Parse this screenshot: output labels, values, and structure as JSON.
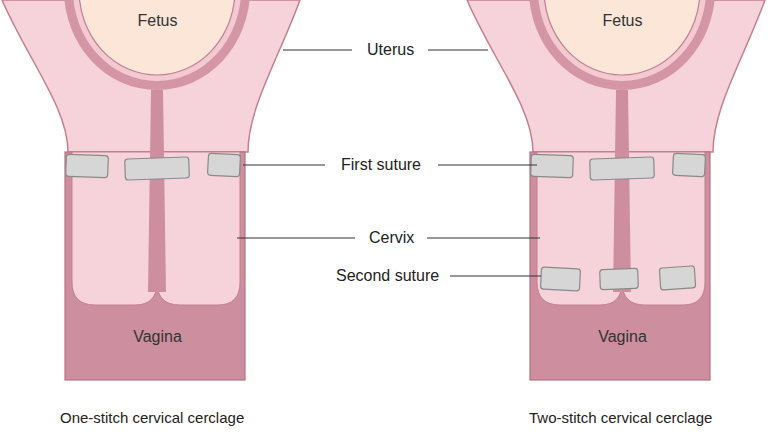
{
  "diagram": {
    "nodes": [
      {
        "text": [
          "Fetus"
        ]
      },
      {
        "text": [
          "Fetus"
        ]
      },
      {
        "text": [
          "Vagina"
        ]
      },
      {
        "text": [
          "Vagina"
        ]
      }
    ],
    "labels": [
      "Uterus",
      "First suture",
      "Cervix",
      "Second suture",
      "One-stitch cervical cerclage",
      "Two-stitch cervical cerclage"
    ]
  }
}
